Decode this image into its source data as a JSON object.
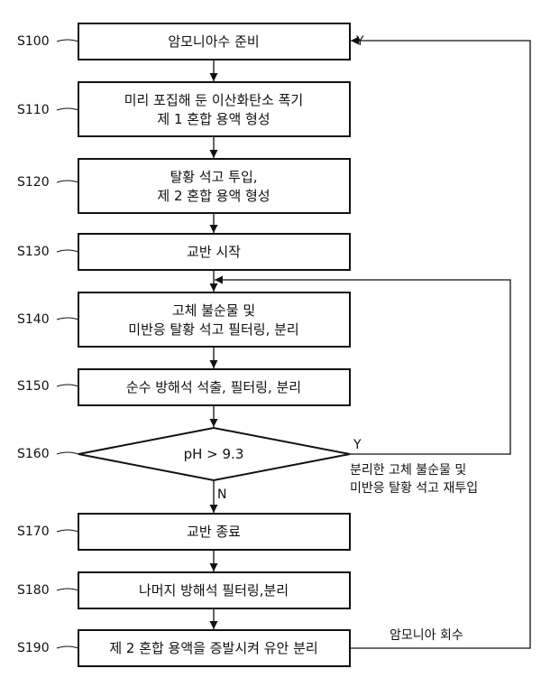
{
  "steps": {
    "s100": {
      "label": "S100",
      "lines": [
        "암모니아수 준비"
      ]
    },
    "s110": {
      "label": "S110",
      "lines": [
        "미리 포집해 둔 이산화탄소 폭기",
        "제 1 혼합 용액 형성"
      ]
    },
    "s120": {
      "label": "S120",
      "lines": [
        "탈황 석고 투입,",
        "제 2 혼합 용액 형성"
      ]
    },
    "s130": {
      "label": "S130",
      "lines": [
        "교반 시작"
      ]
    },
    "s140": {
      "label": "S140",
      "lines": [
        "고체 불순물 및",
        "미반응 탈황 석고 필터링, 분리"
      ]
    },
    "s150": {
      "label": "S150",
      "lines": [
        "순수 방해석 석출, 필터링, 분리"
      ]
    },
    "s160": {
      "label": "S160",
      "lines": [
        "pH > 9.3"
      ]
    },
    "s170": {
      "label": "S170",
      "lines": [
        "교반 종료"
      ]
    },
    "s180": {
      "label": "S180",
      "lines": [
        "나머지 방해석 필터링,분리"
      ]
    },
    "s190": {
      "label": "S190",
      "lines": [
        "제 2 혼합 용액을 증발시켜 유안 분리"
      ]
    }
  },
  "branches": {
    "yes": "Y",
    "no": "N"
  },
  "feedback_note": [
    "분리한 고체 불순물  및",
    "미반응 탈황 석고 재투입"
  ],
  "recycle_note": "암모니아 회수",
  "return_label": "Y"
}
